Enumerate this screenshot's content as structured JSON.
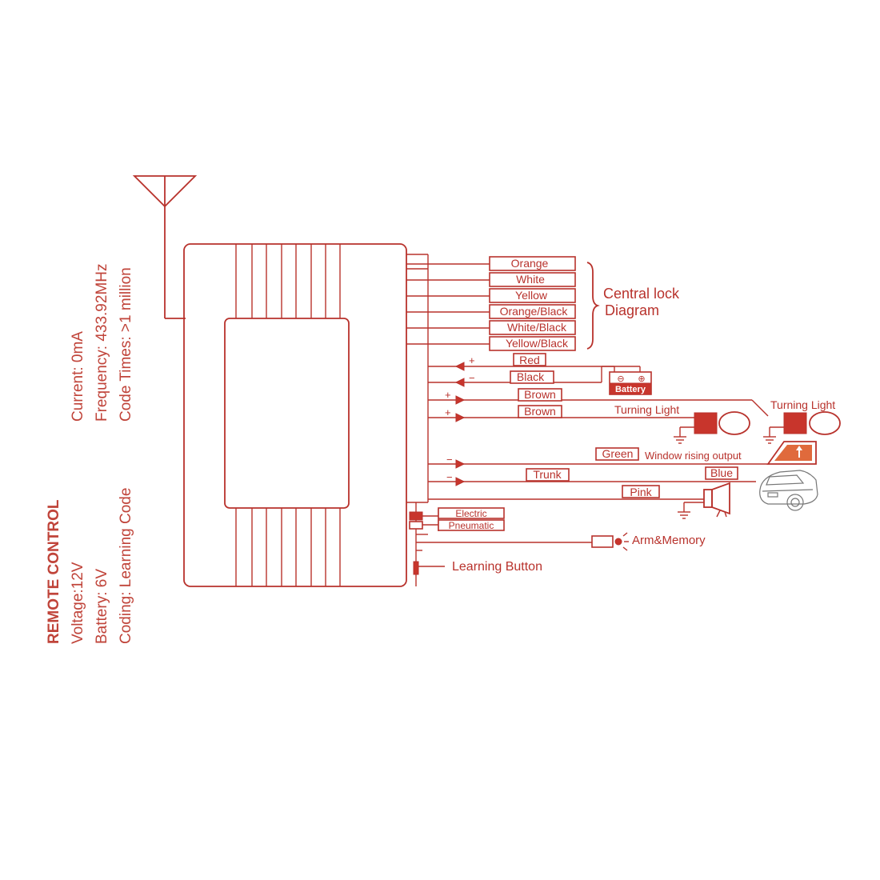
{
  "colors": {
    "line": "#b8322c",
    "fill": "#c8352c",
    "text": "#b8322c"
  },
  "central_lock": {
    "title_line1": "Central lock",
    "title_line2": "Diagram",
    "wires": [
      "Orange",
      "White",
      "Yellow",
      "Orange/Black",
      "White/Black",
      "Yellow/Black"
    ]
  },
  "power": {
    "red_label": "Red",
    "black_label": "Black",
    "plus": "+",
    "minus": "−",
    "battery_label": "Battery",
    "battery_minus": "⊖",
    "battery_plus": "⊕"
  },
  "lights": {
    "brown1": "Brown",
    "brown2": "Brown",
    "turning_light_1": "Turning Light",
    "turning_light_2": "Turning Light"
  },
  "outputs": {
    "green": "Green",
    "window_output": "Window rising output",
    "trunk": "Trunk",
    "blue": "Blue",
    "pink": "Pink"
  },
  "misc": {
    "electric": "Electric",
    "pneumatic": "Pneumatic",
    "arm_memory": "Arm&Memory",
    "learning_button": "Learning Button"
  },
  "module_specs": {
    "current": "Current: 0mA",
    "frequency": "Frequency: 433.92MHz",
    "code_times": "Code Times: >1 million"
  },
  "remote_control": {
    "title": "REMOTE CONTROL",
    "voltage": "Voltage:12V",
    "battery": "Battery: 6V",
    "coding": "Coding: Learning Code"
  },
  "icons": [
    "antenna-icon",
    "ground-icon",
    "battery-icon",
    "lamp-icon",
    "window-icon",
    "car-icon",
    "siren-icon",
    "led-icon"
  ]
}
